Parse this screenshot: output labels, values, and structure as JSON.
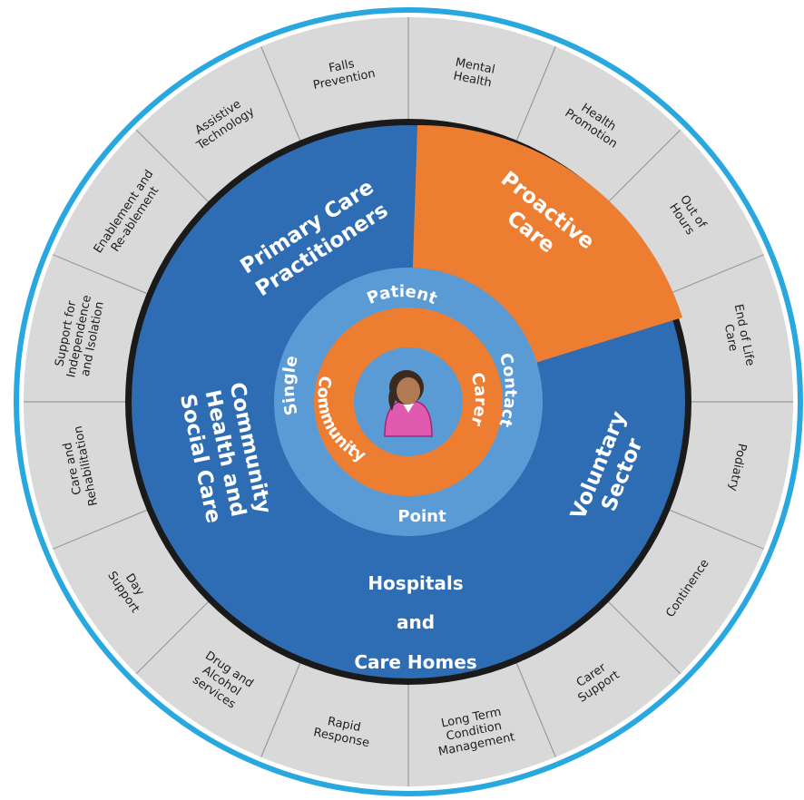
{
  "outer_services": [
    {
      "lines": [
        "Falls",
        "Prevention"
      ]
    },
    {
      "lines": [
        "Mental",
        "Health"
      ]
    },
    {
      "lines": [
        "Health",
        "Promotion"
      ]
    },
    {
      "lines": [
        "Out of",
        "Hours"
      ]
    },
    {
      "lines": [
        "End of Life",
        "Care"
      ]
    },
    {
      "lines": [
        "Podiatry"
      ]
    },
    {
      "lines": [
        "Continence"
      ]
    },
    {
      "lines": [
        "Carer",
        "Support"
      ]
    },
    {
      "lines": [
        "Long Term",
        "Condition",
        "Management"
      ]
    },
    {
      "lines": [
        "Rapid",
        "Response"
      ]
    },
    {
      "lines": [
        "Drug and",
        "Alcohol",
        "services"
      ]
    },
    {
      "lines": [
        "Day",
        "Support"
      ]
    },
    {
      "lines": [
        "Care and",
        "Rehabilitation"
      ]
    },
    {
      "lines": [
        "Support for",
        "Independence",
        "and Isolation"
      ]
    },
    {
      "lines": [
        "Enablement and",
        "Re-ablement"
      ]
    },
    {
      "lines": [
        "Assistive",
        "Technology"
      ]
    }
  ],
  "sectors": {
    "primary_care": {
      "line1": "Primary Care",
      "line2": "Practitioners"
    },
    "proactive_care": {
      "line1": "Proactive",
      "line2": "Care"
    },
    "community": {
      "line1": "Community",
      "line2": "Health and",
      "line3": "Social Care"
    },
    "voluntary": {
      "line1": "Voluntary",
      "line2": "Sector"
    },
    "hospitals": {
      "line1": "Hospitals",
      "line2": "and",
      "line3": "Care Homes"
    }
  },
  "single_contact_point": {
    "single": "Single",
    "contact": "Contact",
    "point": "Point"
  },
  "inner_ring": {
    "patient": "Patient",
    "carer": "Carer",
    "community": "Community"
  },
  "colors": {
    "dark_blue": "#2e6db4",
    "light_blue": "#5b9bd5",
    "orange": "#ed7d31",
    "grey": "#d9d9d9",
    "outline_blue": "#29a8e0",
    "pink": "#e05ab0"
  },
  "center_icon": "patient-person-icon"
}
